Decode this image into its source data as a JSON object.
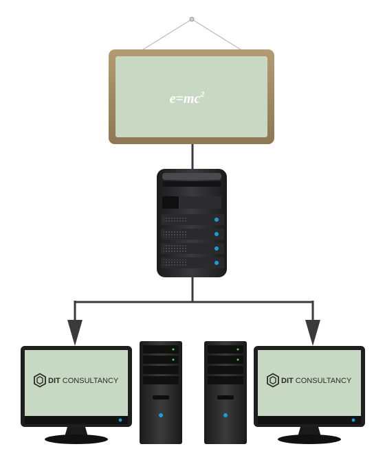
{
  "board": {
    "formula_base": "e=mc",
    "formula_exponent": "2"
  },
  "monitors": [
    {
      "brand_bold": "DIT",
      "brand_light": " CONSULTANCY"
    },
    {
      "brand_bold": "DIT",
      "brand_light": " CONSULTANCY"
    }
  ],
  "colors": {
    "board_frame": "#a08a63",
    "board_surface": "#c8d8c2",
    "connector": "#3a3a3a",
    "led": "#1e9be0",
    "screen": "#c7d9c3"
  }
}
